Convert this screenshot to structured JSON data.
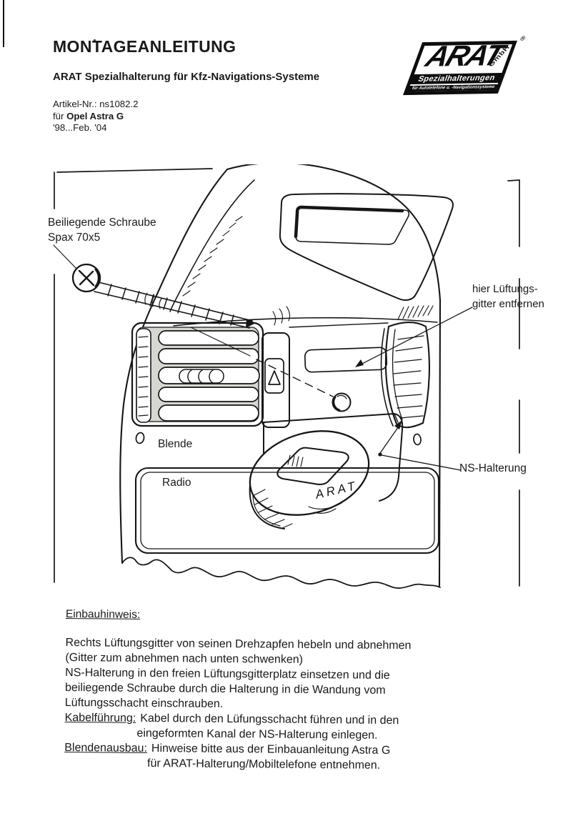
{
  "header": {
    "title": "MONTAGEANLEITUNG",
    "subtitle": "ARAT Spezialhalterung für Kfz-Navigations-Systeme",
    "article_no": "Artikel-Nr.: ns1082.2",
    "for_prefix": "für ",
    "vehicle": "Opel Astra G",
    "date_range": "'98...Feb. '04"
  },
  "logo": {
    "brand": "ARAT",
    "registered": "®",
    "company_suffix": "GmbH",
    "tagline": "Spezialhalterungen",
    "subline": "für Autotelefone u. -Navigationssysteme"
  },
  "diagram": {
    "label_screw_line1": "Beiliegende Schraube",
    "label_screw_line2": "Spax 70x5",
    "label_vent_line1": "hier Lüftungs-",
    "label_vent_line2": "gitter entfernen",
    "label_bezel": "Blende",
    "label_radio": "Radio",
    "label_mount": "NS-Halterung",
    "mount_marking": "ARAT"
  },
  "instructions": {
    "heading": "Einbauhinweis:",
    "body_lines": [
      "Rechts Lüftungsgitter von seinen Drehzapfen hebeln und abnehmen",
      "(Gitter zum abnehmen nach unten schwenken)",
      "NS-Halterung in den freien Lüftungsgitterplatz einsetzen und die",
      "beiliegende Schraube durch die Halterung in die Wandung vom",
      "Lüftungsschacht einschrauben."
    ],
    "cable": {
      "label": "Kabelführung:",
      "text1": "Kabel durch den Lüfungsschacht führen und in den",
      "text2": "eingeformten Kanal der NS-Halterung einlegen."
    },
    "bezel": {
      "label": "Blendenausbau:",
      "text1": "Hinweise bitte aus der Einbauanleitung Astra G",
      "text2": "für ARAT-Halterung/Mobiltelefone entnehmen."
    }
  },
  "colors": {
    "ink": "#1a1a1a",
    "paper": "#ffffff"
  }
}
